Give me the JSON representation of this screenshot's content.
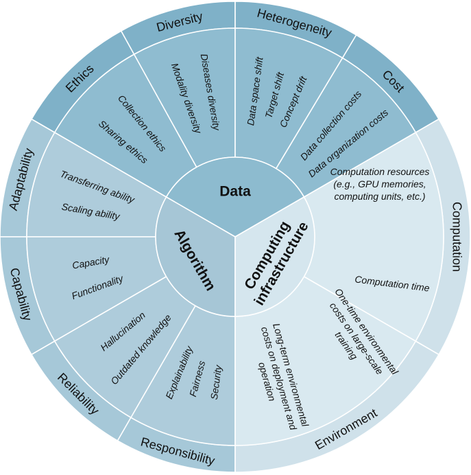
{
  "core": {
    "data": "Data",
    "algorithm": "Algorithm",
    "infrastructure": [
      "Computing",
      "infrastructure"
    ]
  },
  "data_categories": [
    {
      "label": "Ethics",
      "items": [
        "Sharing ethics",
        "Collection ethics"
      ]
    },
    {
      "label": "Diversity",
      "items": [
        "Modality diversity",
        "Diseases diversity"
      ]
    },
    {
      "label": "Heterogeneity",
      "items": [
        "Data space shift",
        "Target shift",
        "Concept drift"
      ]
    },
    {
      "label": "Cost",
      "items": [
        "Data collection costs",
        "Data organization costs"
      ]
    }
  ],
  "algorithm_categories": [
    {
      "label": "Adaptability",
      "items": [
        "Scaling ability",
        "Transferring ability"
      ]
    },
    {
      "label": "Capability",
      "items": [
        "Functionality",
        "Capacity"
      ]
    },
    {
      "label": "Reliability",
      "items": [
        "Outdated knowledge",
        "Hallucination"
      ]
    },
    {
      "label": "Responsibility",
      "items": [
        "Security",
        "Fairness",
        "Explainability"
      ]
    }
  ],
  "infrastructure_categories": [
    {
      "label": "Computation",
      "items": [
        [
          "Computation resources",
          "(e.g., GPU memories,",
          "computing units, etc.)"
        ],
        [
          "Computation time"
        ]
      ]
    },
    {
      "label": "Environment",
      "items": [
        [
          "One-time environmental",
          "costs on large-scale",
          "training"
        ],
        [
          "Long-term environmental",
          "costs on deployment and",
          "operation"
        ]
      ]
    }
  ],
  "colors": {
    "data_outer": "#7fb1c8",
    "data_mid": "#8fbcd0",
    "data_core": "#8dbbcf",
    "algo_outer": "#a6c8d8",
    "algo_mid": "#aeccdb",
    "algo_core": "#a6c6d6",
    "infra_outer": "#cfe1ea",
    "infra_mid": "#d9e9f0",
    "infra_core": "#d5e6ee",
    "divider": "#ffffff"
  }
}
